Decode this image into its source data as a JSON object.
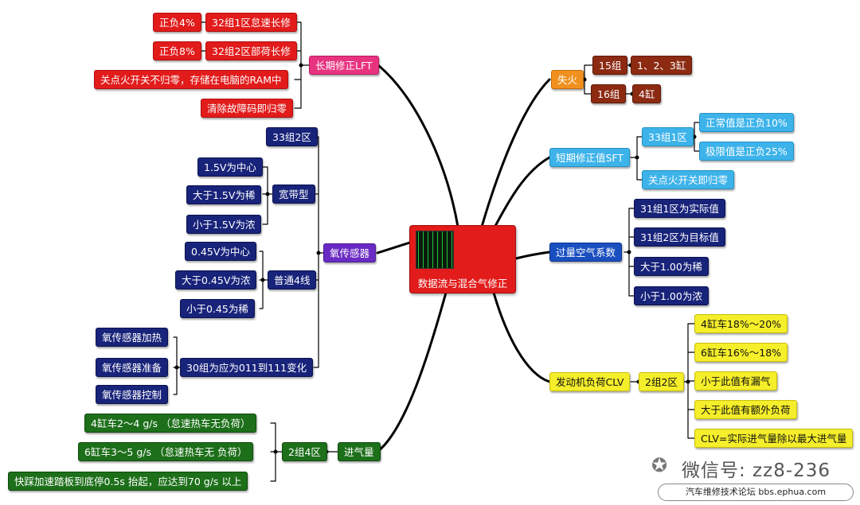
{
  "center": "数据流与混合气修正",
  "nodes": {
    "lft": "长期修正LFT",
    "lft_32_1": "32组1区怠速长修",
    "lft_pm4": "正负4%",
    "lft_32_2": "32组2区部荷长修",
    "lft_pm8": "正负8%",
    "lft_ram": "关点火开关不归零，存储在电脑的RAM中",
    "lft_clear": "清除故障码即归零",
    "o2": "氧传感器",
    "o2_33": "33组2区",
    "o2_wide": "宽带型",
    "o2_w1": "1.5V为中心",
    "o2_w2": "大于1.5V为稀",
    "o2_w3": "小于1.5V为浓",
    "o2_norm": "普通4线",
    "o2_n1": "0.45V为中心",
    "o2_n2": "大于0.45V为浓",
    "o2_n3": "小于0.45为稀",
    "o2_30": "30组为应为011到111变化",
    "o2_h1": "氧传感器加热",
    "o2_h2": "氧传感器准备",
    "o2_h3": "氧传感器控制",
    "intake": "进气量",
    "intake_24": "2组4区",
    "intake_1": "4缸车2～4 g/s  （怠速热车无负荷）",
    "intake_2": "6缸车3～5 g/s  （怠速热车无 负荷）",
    "intake_3": "快踩加速踏板到底停0.5s 抬起，应达到70 g/s 以上",
    "misfire": "失火",
    "mf_15": "15组",
    "mf_123": "1、2、3缸",
    "mf_16": "16组",
    "mf_4": "4缸",
    "sft": "短期修正值SFT",
    "sft_33": "33组1区",
    "sft_normal": "正常值是正负10%",
    "sft_limit": "极限值是正负25%",
    "sft_reset": "关点火开关即归零",
    "lambda": "过量空气系数",
    "lam_1": "31组1区为实际值",
    "lam_2": "31组2区为目标值",
    "lam_3": "大于1.00为稀",
    "lam_4": "小于1.00为浓",
    "clv": "发动机负荷CLV",
    "clv_22": "2组2区",
    "clv_1": "4缸车18%～20%",
    "clv_2": "6缸车16%～18%",
    "clv_3": "小于此值有漏气",
    "clv_4": "大于此值有额外负荷",
    "clv_5": "CLV=实际进气量除以最大进气量"
  },
  "watermark": {
    "wechat": "微信号: zz8-236",
    "forum": "汽车维修技术论坛 bbs.ephua.com"
  }
}
